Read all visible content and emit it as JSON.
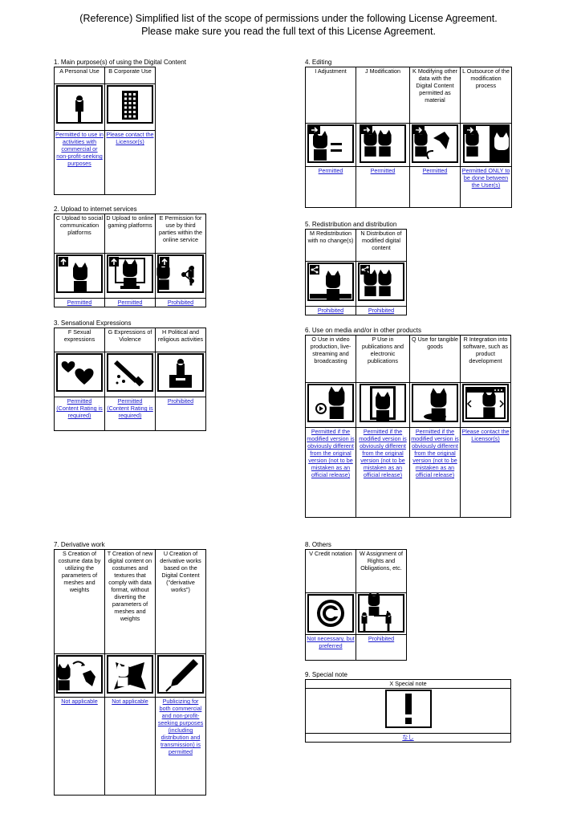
{
  "header": {
    "line1": "(Reference) Simplified list of the scope of permissions under the following License Agreement.",
    "line2": "Please make sure you read the full text of this License Agreement."
  },
  "s1": {
    "title": "1. Main purpose(s) of using the Digital Content",
    "cols": [
      {
        "label": "A Personal Use",
        "icon": "person-icon",
        "result": "Permitted to use in activities with commercial or non-profit-seeking purposes"
      },
      {
        "label": "B Corporate Use",
        "icon": "building-icon",
        "result": "Please contact the Licensor(s)"
      }
    ]
  },
  "s2": {
    "title": "2. Upload to internet services",
    "cols": [
      {
        "label": "C Upload to social communication platforms",
        "icon": "upload-social-icon",
        "result": "Permitted"
      },
      {
        "label": "D Upload to online gaming platforms",
        "icon": "gaming-platform-icon",
        "result": "Permitted"
      },
      {
        "label": "E Permission for use by third parties within the online service",
        "icon": "share-third-party-icon",
        "result": "Prohibited"
      }
    ]
  },
  "s3": {
    "title": "3. Sensational Expressions",
    "cols": [
      {
        "label": "F Sexual expressions",
        "icon": "hearts-icon",
        "result": "Permitted (Content Rating is required)"
      },
      {
        "label": "G Expressions of Violence",
        "icon": "knife-icon",
        "result": "Permitted (Content Rating is required)"
      },
      {
        "label": "H Political and religious activities",
        "icon": "podium-icon",
        "result": "Prohibited"
      }
    ]
  },
  "s4": {
    "title": "4. Editing",
    "cols": [
      {
        "label": "I Adjustment",
        "icon": "adjust-icon",
        "result": "Permitted"
      },
      {
        "label": "J Modification",
        "icon": "modify-icon",
        "result": "Permitted"
      },
      {
        "label": "K Modifying other data with the Digital Content permitted as material",
        "icon": "material-icon",
        "result": "Permitted"
      },
      {
        "label": "L Outsource of the modification process",
        "icon": "outsource-icon",
        "result": "Permitted ONLY to be done between the User(s)"
      }
    ]
  },
  "s5": {
    "title": "5. Redistribution and distribution",
    "cols": [
      {
        "label": "M Redistribution with no change(s)",
        "icon": "redistribute-icon",
        "result": "Prohibited"
      },
      {
        "label": "N Distribution of modified digital content",
        "icon": "distribute-modified-icon",
        "result": "Prohibited"
      }
    ]
  },
  "s6": {
    "title": "6. Use on media and/or in other products",
    "cols": [
      {
        "label": "O Use in video production, live-streaming and broadcasting",
        "icon": "video-icon",
        "result": "Permitted if the modified version is obviously different from the original version (not to be mistaken as an official release)"
      },
      {
        "label": "P Use in publications and electronic publications",
        "icon": "publication-icon",
        "result": "Permitted if the modified version is obviously different from the original version (not to be mistaken as an official release)"
      },
      {
        "label": "Q Use for tangible goods",
        "icon": "figure-goods-icon",
        "result": "Permitted if the modified version is obviously different from the original version (not to be mistaken as an official release)"
      },
      {
        "label": "R Integration into software, such as product development",
        "icon": "software-window-icon",
        "result": "Please contact the Licensor(s)"
      }
    ]
  },
  "s7": {
    "title": "7. Derivative work",
    "cols": [
      {
        "label": "S Creation of costume data by utilizing the parameters of meshes and weights",
        "icon": "costume-transfer-icon",
        "result": "Not applicable"
      },
      {
        "label": "T Creation of new digital content on costumes and textures that comply with data format, without diverting the parameters of meshes and weights",
        "icon": "fabric-icon",
        "result": "Not applicable"
      },
      {
        "label": "U Creation of derivative works based on the Digital Content (\"derivative works\")",
        "icon": "pen-icon",
        "result": "Publicizing for both commercial and non-profit-seeking purposes (including distribution and transmission) is permitted"
      }
    ]
  },
  "s8": {
    "title": "8. Others",
    "cols": [
      {
        "label": "V Credit notation",
        "icon": "copyright-icon",
        "result": "Not necessary, but preferred"
      },
      {
        "label": "W Assignment of Rights and Obligations, etc.",
        "icon": "assignment-icon",
        "result": "Prohibited"
      }
    ]
  },
  "s9": {
    "title": "9. Special note",
    "label": "X Special note",
    "icon": "exclamation-icon",
    "result": "なし"
  }
}
